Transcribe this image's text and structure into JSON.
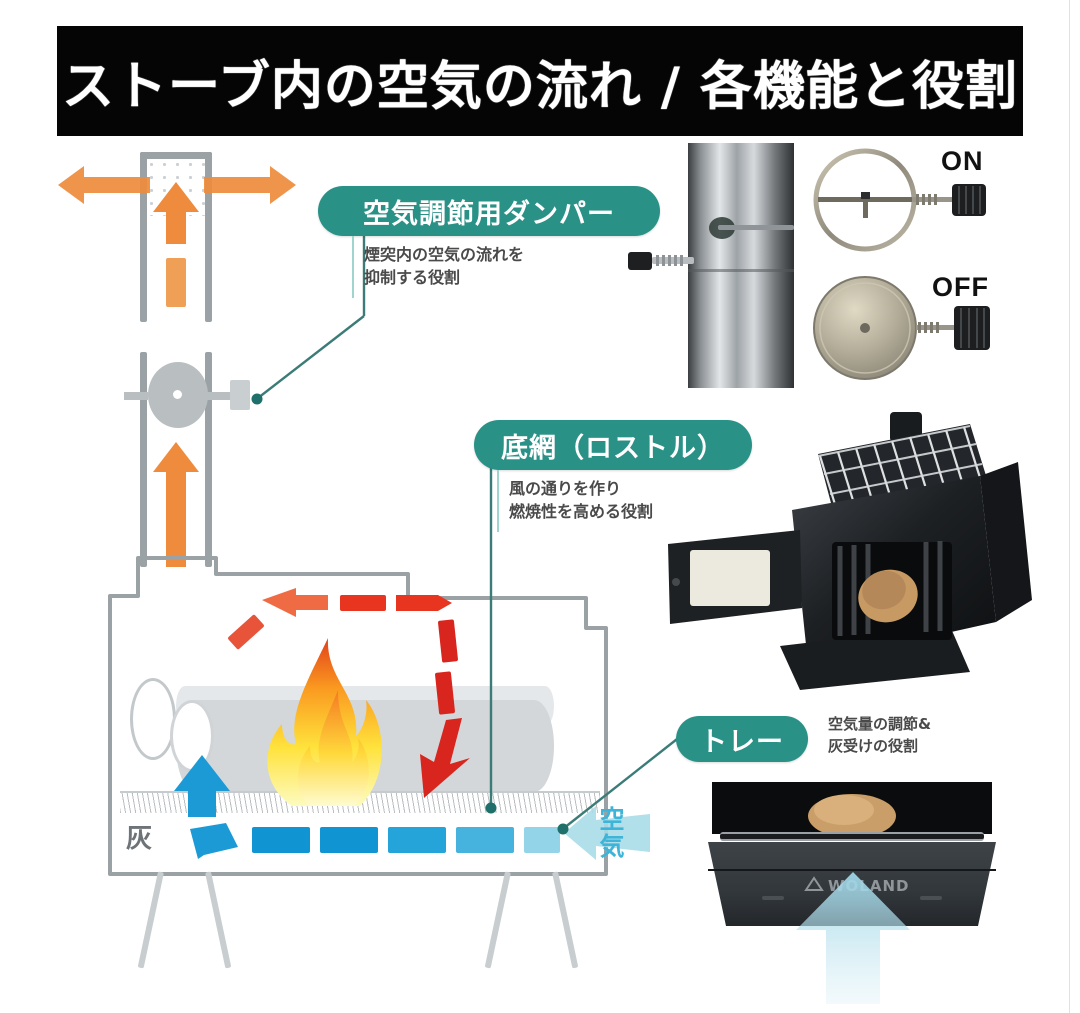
{
  "page": {
    "title": "ストーブ内の空気の流れ / 各機能と役割",
    "background_color": "#ffffff",
    "accent_teal": "#2a9187",
    "banner_color": "#050505"
  },
  "callouts": [
    {
      "id": "damper",
      "label": "空気調節用ダンパー",
      "description": "煙突内の空気の流れを\n抑制する役割"
    },
    {
      "id": "grate",
      "label": "底網（ロストル）",
      "description": "風の通りを作り\n燃焼性を高める役割"
    },
    {
      "id": "tray",
      "label": "トレー",
      "description": "空気量の調節&\n灰受けの役割"
    }
  ],
  "diagram_labels": {
    "ash": "灰",
    "air": "空気"
  },
  "damper_states": {
    "on": "ON",
    "off": "OFF"
  },
  "photo_captions": {
    "tray_brand": "WOLAND"
  },
  "icons": {
    "smoke_out_arrow": "arrow-orange-horizontal",
    "updraft_arrow": "arrow-orange-up",
    "hot_gas_arrow": "arrow-red-dashed-loop",
    "intake_arrow": "arrow-blue-dashed",
    "air_inlet_arrow": "arrow-lightblue-left",
    "tray_air_arrow": "arrow-lightblue-up",
    "flame": "flame-icon"
  },
  "colors": {
    "orange": "#ee8b3c",
    "orange_light": "#f4a95f",
    "red": "#d8251d",
    "red_light": "#e8543a",
    "blue": "#1c9ad6",
    "blue_light": "#5fc3e4",
    "lightblue": "#a9dbe8",
    "gray_outline": "#9ba2a6",
    "teal_line": "#3c7c78"
  }
}
